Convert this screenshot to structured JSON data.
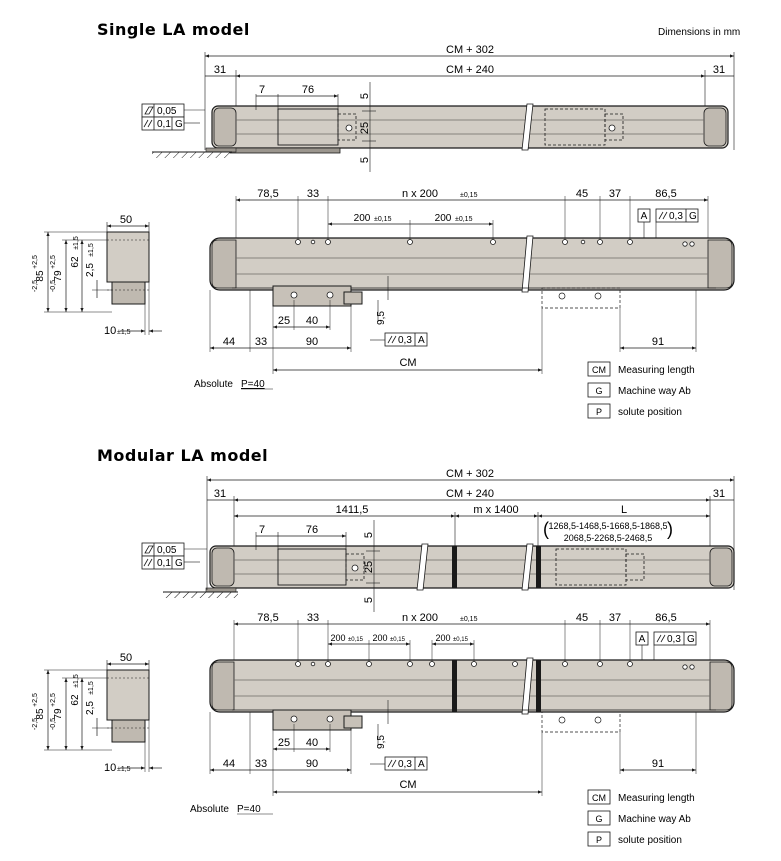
{
  "units_note": "Dimensions in mm",
  "single": {
    "title": "Single LA model",
    "dims": {
      "cm302": "CM + 302",
      "cm240": "CM + 240",
      "end_left": "31",
      "end_right": "31",
      "d7": "7",
      "d76": "76",
      "d5a": "5",
      "d25": "25",
      "d5b": "5",
      "tol_flat": "0,05",
      "tol_par": "0,1",
      "tol_g": "G",
      "side_w": "50",
      "side_85": "85",
      "side_85_tol_up": "+2,5",
      "side_85_tol_dn": "-2,5",
      "side_79": "79",
      "side_79_tol_up": "+2,5",
      "side_79_tol_dn": "-0,5",
      "side_62": "62",
      "side_62_tol": "±1,5",
      "side_25": "2,5",
      "side_25_tol": "±1,5",
      "side_10": "10",
      "side_10_tol": "±1,5",
      "d785": "78,5",
      "d33": "33",
      "nx200": "n x 200",
      "nx200_tol": "±0,15",
      "p200a": "200",
      "p200b": "200",
      "p200_tol": "±0,15",
      "d45": "45",
      "d37": "37",
      "d865": "86,5",
      "ref_a": "A",
      "par03": "0,3",
      "ref_g": "G",
      "d95": "9,5",
      "d25h": "25",
      "d40": "40",
      "d44": "44",
      "d33b": "33",
      "d90": "90",
      "d91": "91",
      "tol_box_a": "A",
      "cm": "CM",
      "absolute_label": "Absolute",
      "absolute_p": "P=40"
    },
    "legend": [
      {
        "sym": "CM",
        "text": "Measuring length"
      },
      {
        "sym": "G",
        "text": "Machine way  Ab"
      },
      {
        "sym": "P",
        "text": "solute position"
      }
    ]
  },
  "modular": {
    "title": "Modular LA model",
    "dims": {
      "cm302": "CM + 302",
      "cm240": "CM + 240",
      "end_left": "31",
      "end_right": "31",
      "d14115": "1411,5",
      "mx1400": "m x 1400",
      "L": "L",
      "l_values_1": "1268,5-1468,5-1668,5-1868,5",
      "l_values_2": "2068,5-2268,5-2468,5",
      "d7": "7",
      "d76": "76",
      "d5a": "5",
      "d25": "25",
      "d5b": "5",
      "tol_flat": "0,05",
      "tol_par": "0,1",
      "tol_g": "G",
      "side_w": "50",
      "side_85": "85",
      "side_85_tol_up": "+2,5",
      "side_85_tol_dn": "-2,5",
      "side_79": "79",
      "side_79_tol_up": "+2,5",
      "side_79_tol_dn": "-0,5",
      "side_62": "62",
      "side_62_tol": "±1,5",
      "side_25": "2,5",
      "side_25_tol": "±1,5",
      "side_10": "10",
      "side_10_tol": "±1,5",
      "d785": "78,5",
      "d33": "33",
      "nx200": "n x 200",
      "nx200_tol": "±0,15",
      "p200a": "200",
      "p200b": "200",
      "p200c": "200",
      "p200_tol": "±0,15",
      "d45": "45",
      "d37": "37",
      "d865": "86,5",
      "ref_a": "A",
      "par03": "0,3",
      "ref_g": "G",
      "d95": "9,5",
      "d25h": "25",
      "d40": "40",
      "d44": "44",
      "d33b": "33",
      "d90": "90",
      "d91": "91",
      "tol_box_a": "A",
      "cm": "CM",
      "absolute_label": "Absolute",
      "absolute_p": "P=40"
    },
    "legend": [
      {
        "sym": "CM",
        "text": "Measuring length"
      },
      {
        "sym": "G",
        "text": "Machine way  Ab"
      },
      {
        "sym": "P",
        "text": "solute position"
      }
    ]
  },
  "colors": {
    "body_fill": "#d2cdc5",
    "body_dark": "#8f8a82",
    "line": "#1a1a1a"
  }
}
